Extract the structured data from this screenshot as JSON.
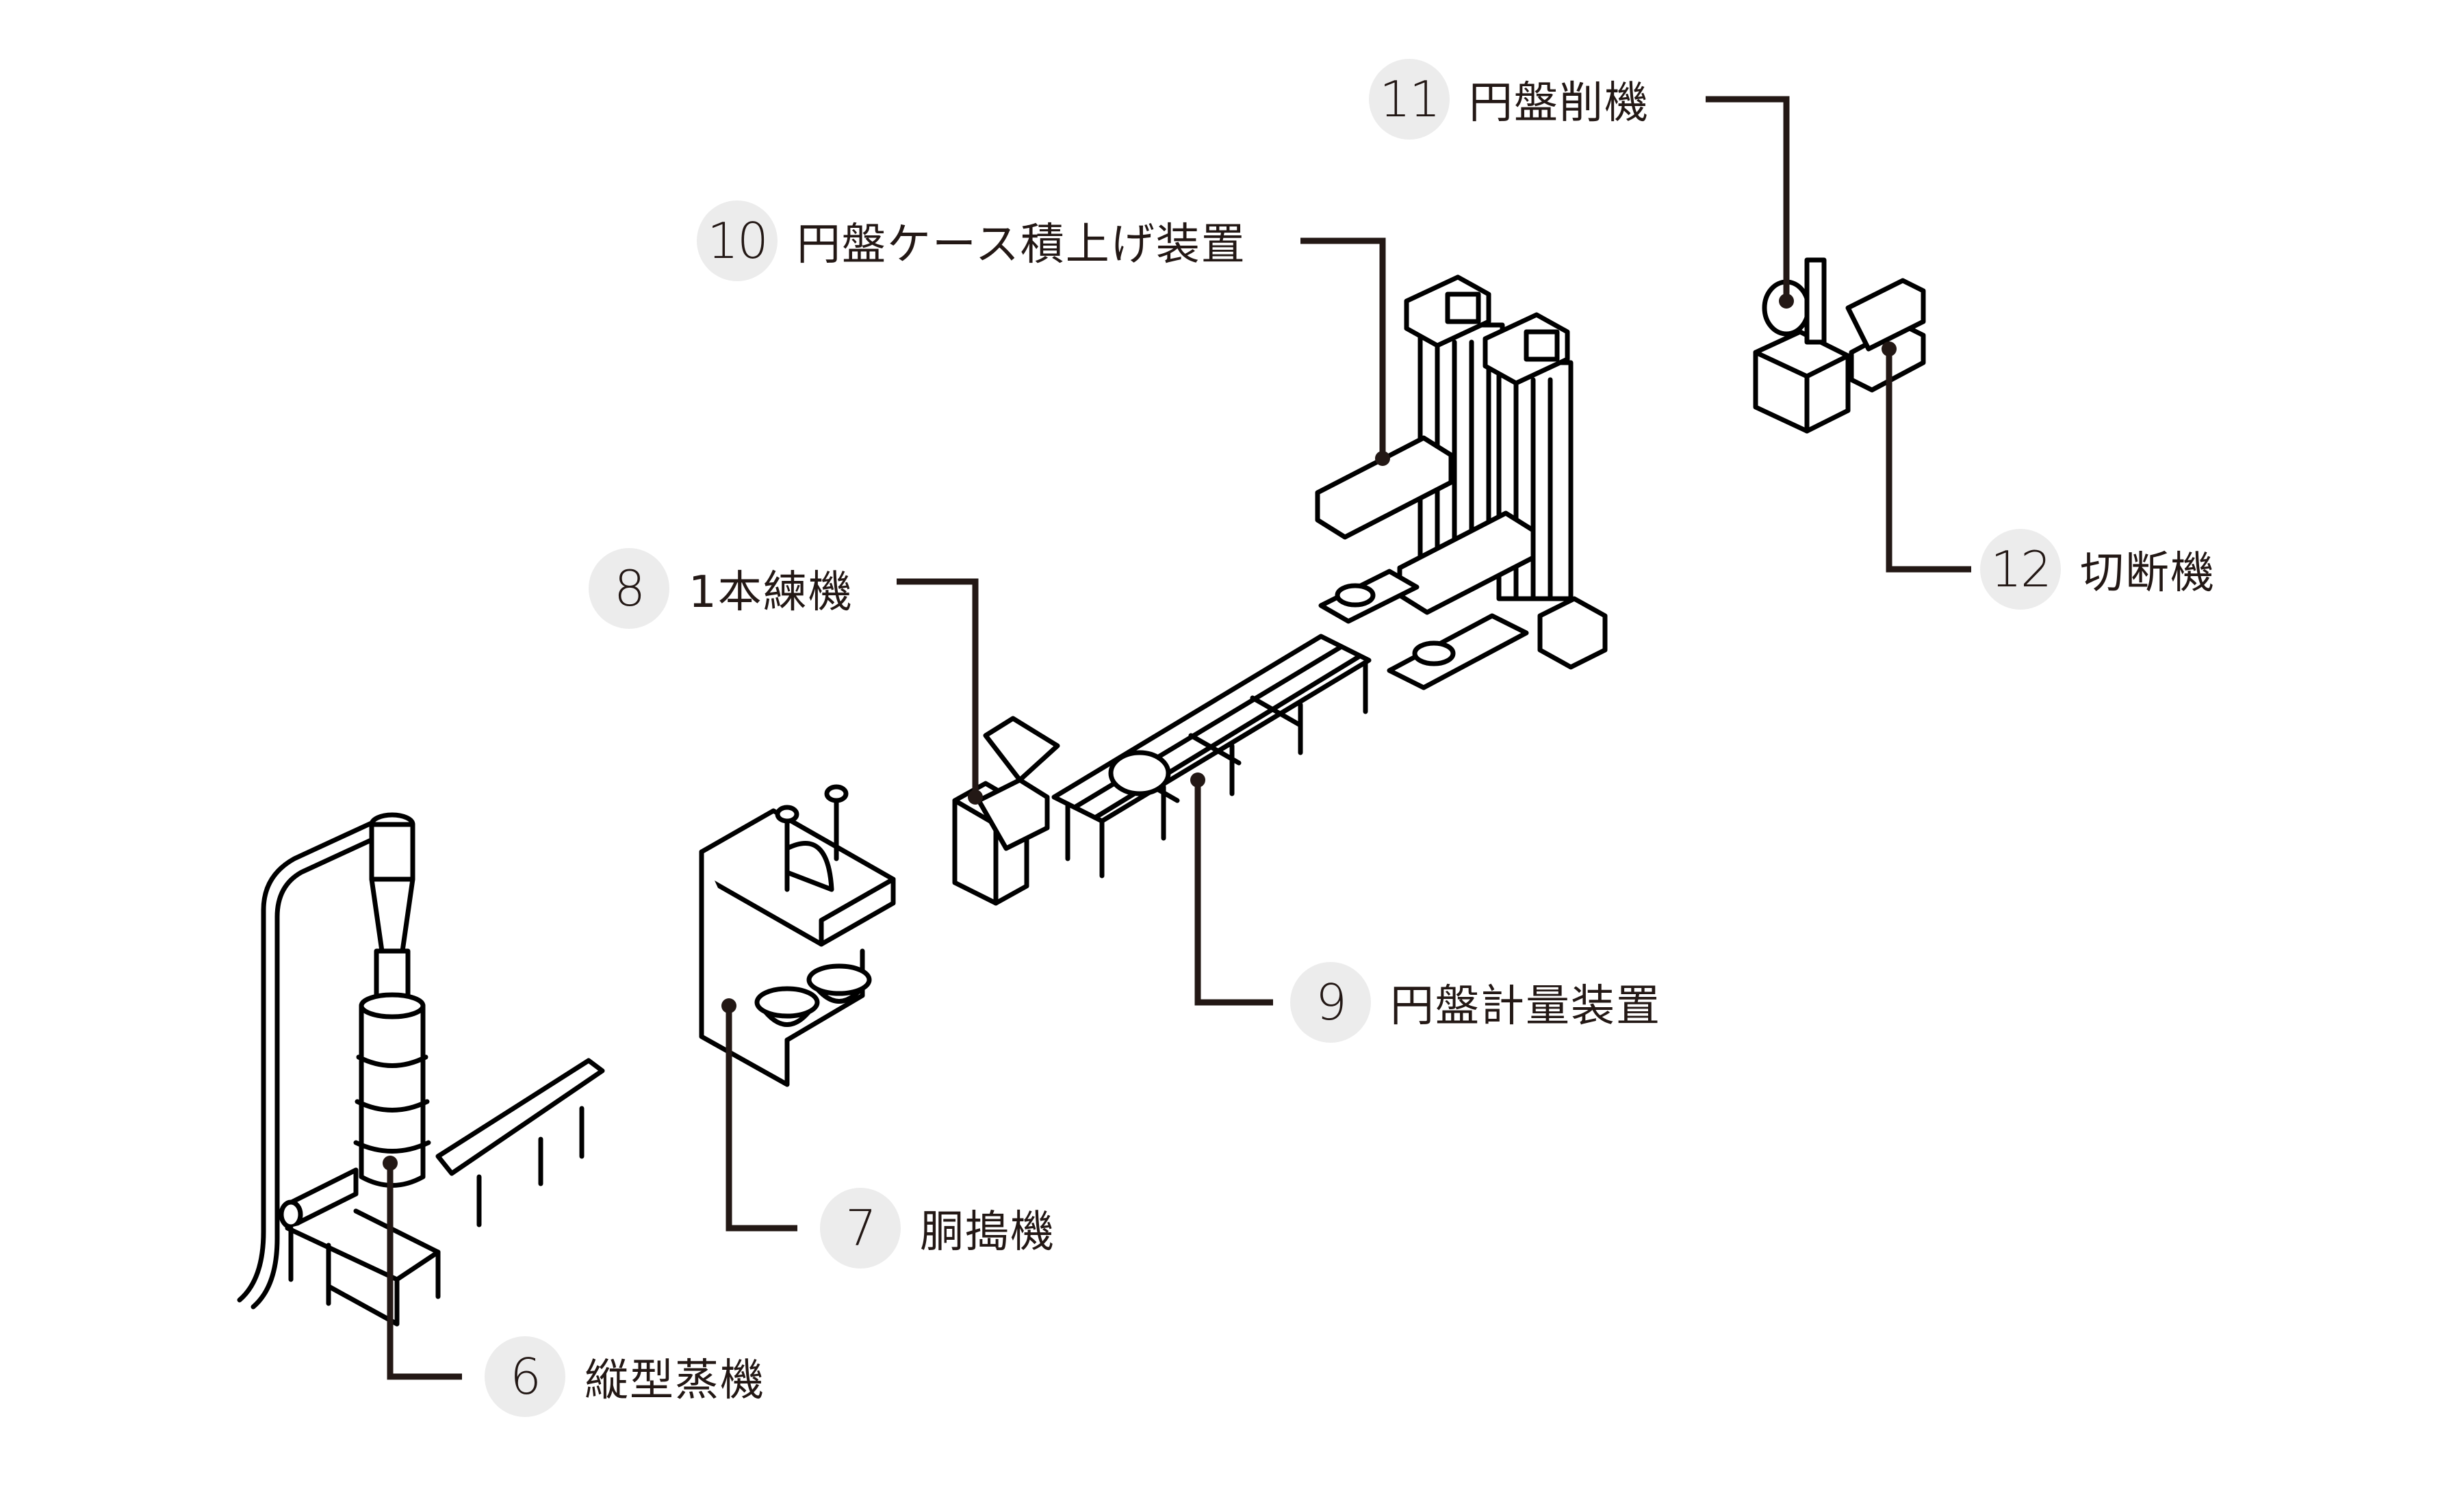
{
  "title": "Production line machinery diagram",
  "colors": {
    "leader": "#231815",
    "badge_bg": "#ececec",
    "text": "#231815"
  },
  "machines": [
    {
      "number": "6",
      "name": "縦型蒸機"
    },
    {
      "number": "7",
      "name": "胴搗機"
    },
    {
      "number": "8",
      "name": "1本練機"
    },
    {
      "number": "9",
      "name": "円盤計量装置"
    },
    {
      "number": "10",
      "name": "円盤ケース積上げ装置"
    },
    {
      "number": "11",
      "name": "円盤削機"
    },
    {
      "number": "12",
      "name": "切断機"
    }
  ]
}
